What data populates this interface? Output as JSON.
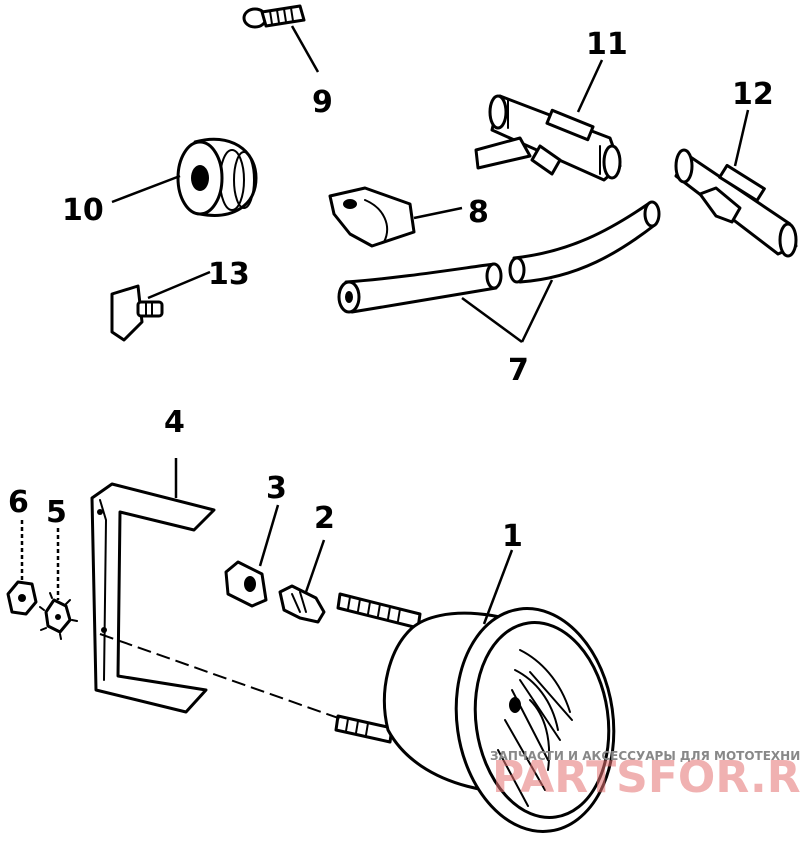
{
  "callouts": {
    "c1": "1",
    "c2": "2",
    "c3": "3",
    "c4": "4",
    "c5": "5",
    "c6": "6",
    "c7": "7",
    "c8": "8",
    "c9": "9",
    "c10": "10",
    "c11": "11",
    "c12": "12",
    "c13": "13"
  },
  "watermark": {
    "tagline": "ЗАПЧАСТИ И АКСЕССУАРЫ ДЛЯ МОТОТЕХНИКИ",
    "logo": "PARTSFOR.RU"
  }
}
